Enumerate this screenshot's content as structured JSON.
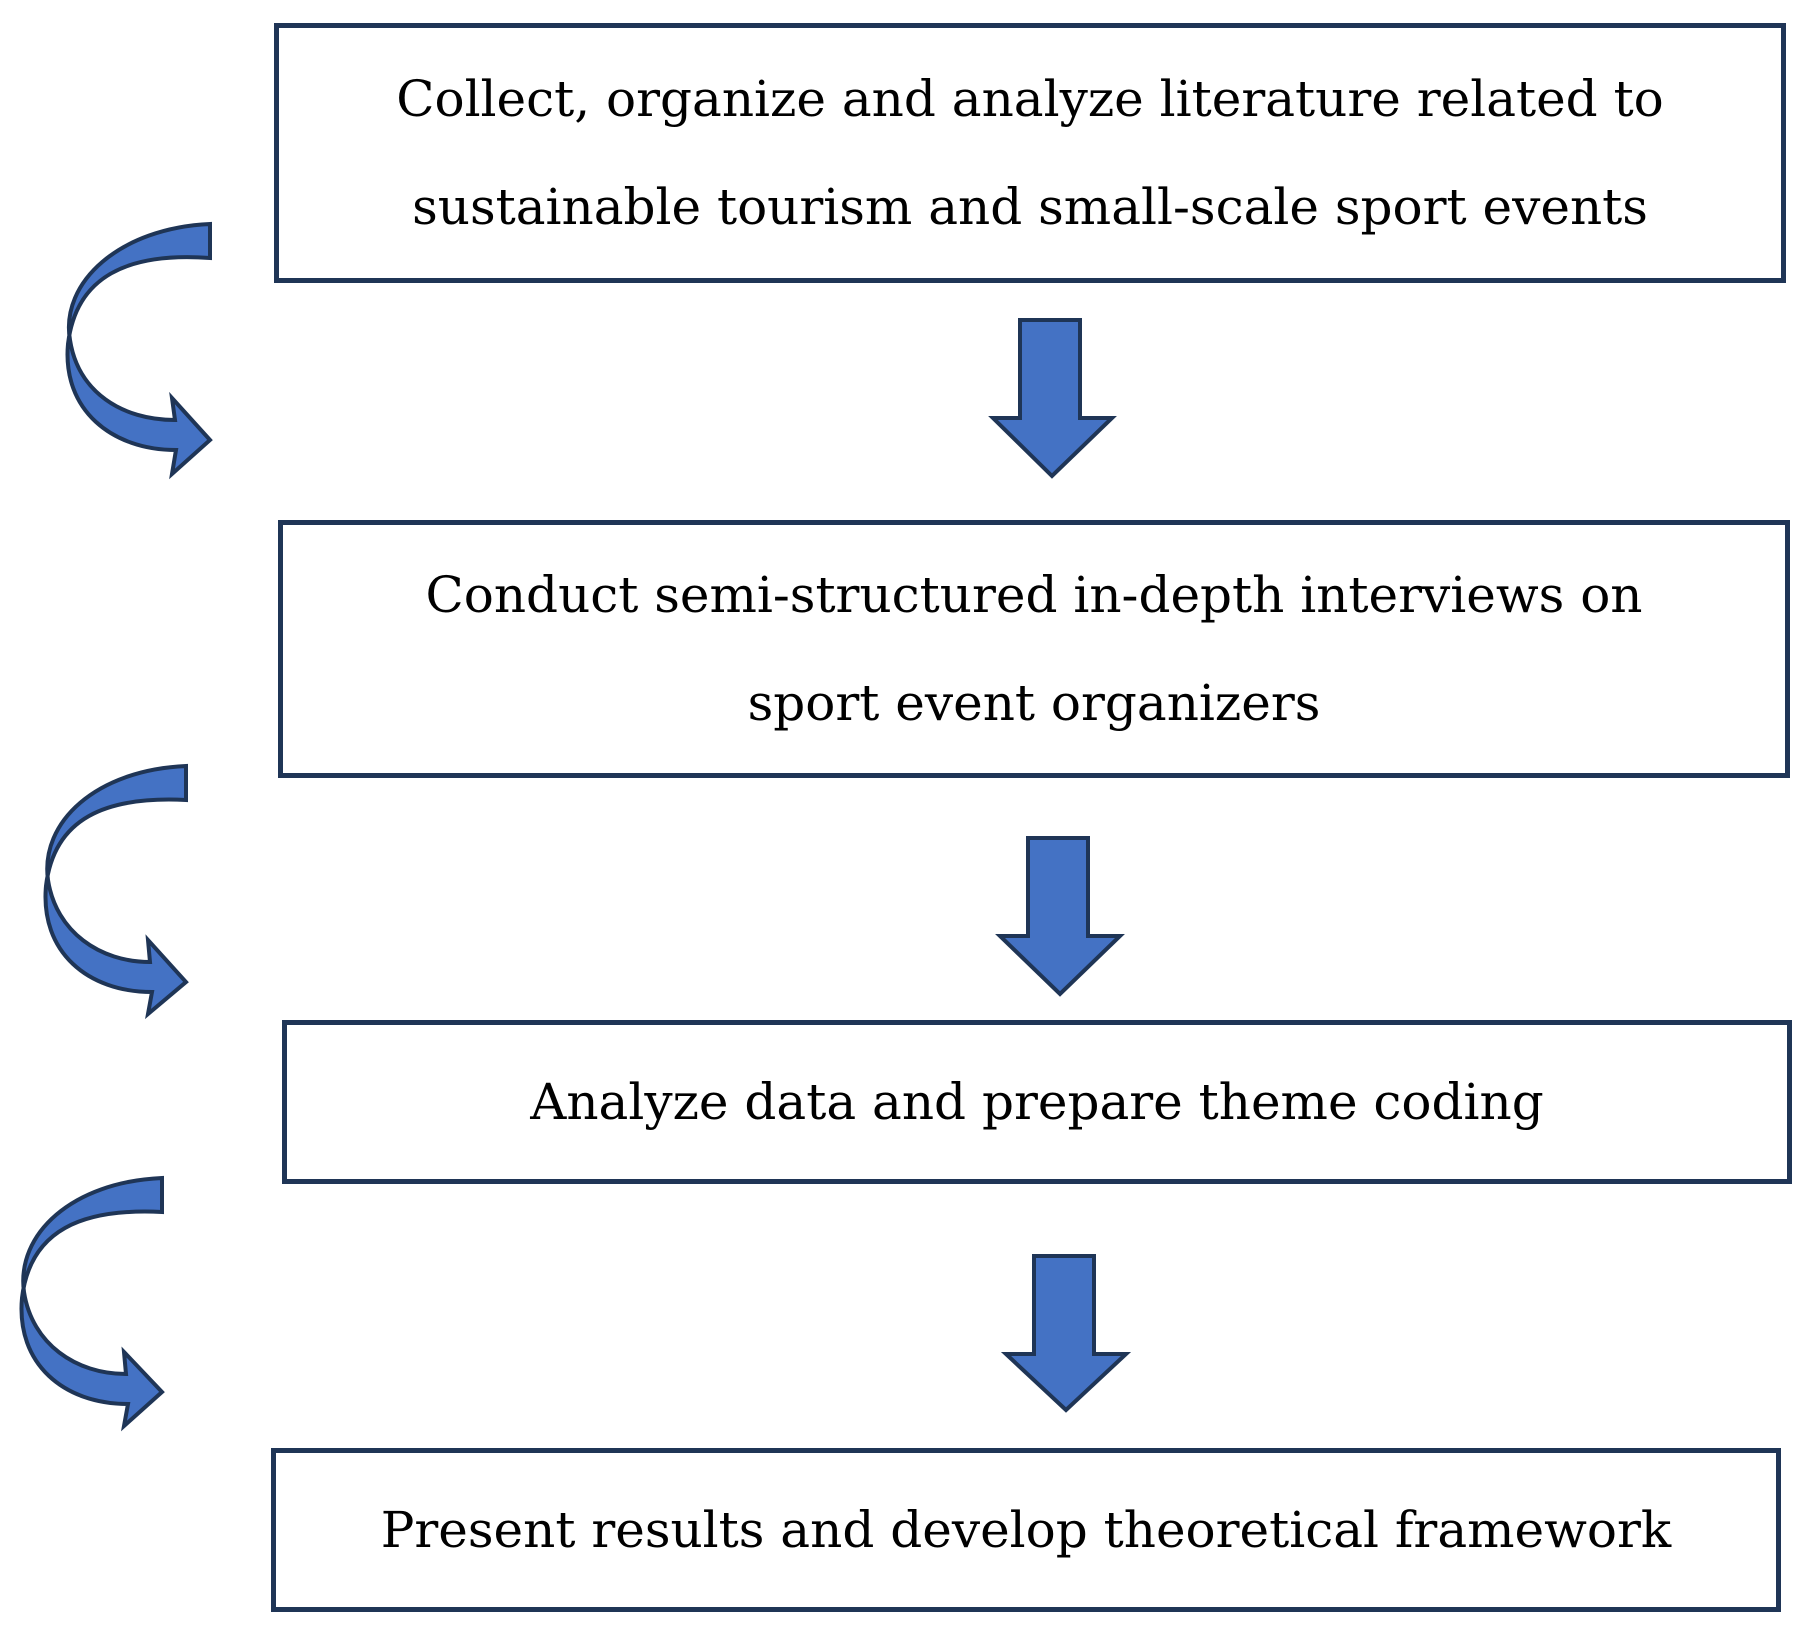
{
  "diagram": {
    "colors": {
      "arrow_fill": "#4472c4",
      "arrow_stroke": "#1f3556",
      "box_border": "#1f3556"
    },
    "steps": [
      {
        "line1": "Collect, organize and analyze literature related to",
        "line2": "sustainable tourism and small-scale sport events"
      },
      {
        "line1": "Conduct semi-structured in-depth interviews on",
        "line2": "sport event organizers"
      },
      {
        "line1": "Analyze data and prepare theme coding"
      },
      {
        "line1": "Present results and develop theoretical framework"
      }
    ],
    "connectors": [
      "down-arrow-icon",
      "curved-arrow-icon"
    ]
  }
}
